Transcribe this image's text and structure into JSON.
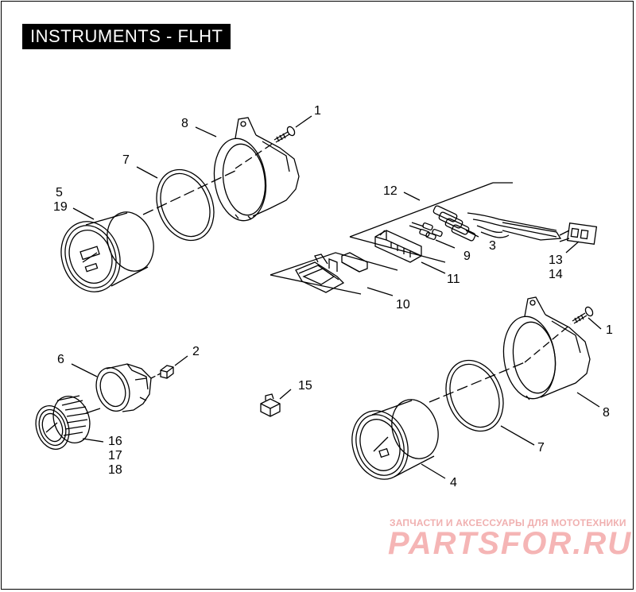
{
  "title": "INSTRUMENTS - FLHT",
  "callouts": {
    "c1a": "1",
    "c8a": "8",
    "c7a": "7",
    "c5": "5",
    "c19": "19",
    "c12": "12",
    "c3": "3",
    "c9": "9",
    "c11": "11",
    "c10": "10",
    "c13": "13",
    "c14": "14",
    "c1b": "1",
    "c6": "6",
    "c2": "2",
    "c15": "15",
    "c16": "16",
    "c17": "17",
    "c18": "18",
    "c8b": "8",
    "c7b": "7",
    "c4": "4"
  },
  "watermark": {
    "tagline": "ЗАПЧАСТИ И АКСЕССУАРЫ ДЛЯ МОТОТЕХНИКИ",
    "brand": "PARTSFOR.RU"
  },
  "colors": {
    "line": "#000000",
    "watermark": "#f5b5b5"
  }
}
